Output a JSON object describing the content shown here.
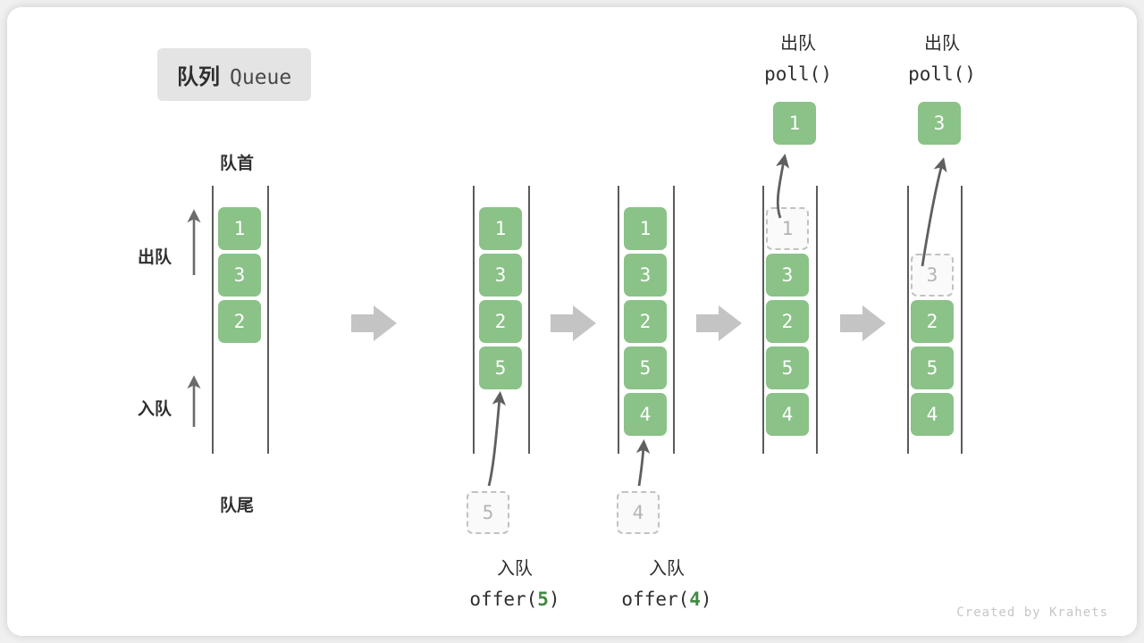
{
  "title": {
    "cn": "队列",
    "en": "Queue"
  },
  "labels": {
    "head": "队首",
    "tail": "队尾",
    "dequeue_side": "出队",
    "enqueue_side": "入队"
  },
  "colors": {
    "element_green": "#8ac287",
    "ghost_fill": "#fafafa",
    "ghost_border": "#c2c2c2",
    "rail": "#5b5b5b",
    "transition_arrow": "#c4c4c4",
    "badge_bg": "#e4e4e4",
    "accent_number": "#3f8a3f"
  },
  "operations": [
    {
      "id": "op-offer-5",
      "line1": "入队",
      "call_prefix": "offer(",
      "value": "5",
      "call_suffix": ")"
    },
    {
      "id": "op-offer-4",
      "line1": "入队",
      "call_prefix": "offer(",
      "value": "4",
      "call_suffix": ")"
    },
    {
      "id": "op-poll-1",
      "line1": "出队",
      "call_prefix": "poll(",
      "value": "",
      "call_suffix": ")"
    },
    {
      "id": "op-poll-3",
      "line1": "出队",
      "call_prefix": "poll(",
      "value": "",
      "call_suffix": ")"
    }
  ],
  "states": [
    {
      "id": "state-initial",
      "slots": [
        {
          "value": "1",
          "ghost": false
        },
        {
          "value": "3",
          "ghost": false
        },
        {
          "value": "2",
          "ghost": false
        }
      ]
    },
    {
      "id": "state-after-offer-5",
      "slots": [
        {
          "value": "1",
          "ghost": false
        },
        {
          "value": "3",
          "ghost": false
        },
        {
          "value": "2",
          "ghost": false
        },
        {
          "value": "5",
          "ghost": false
        }
      ],
      "incoming": {
        "value": "5"
      }
    },
    {
      "id": "state-after-offer-4",
      "slots": [
        {
          "value": "1",
          "ghost": false
        },
        {
          "value": "3",
          "ghost": false
        },
        {
          "value": "2",
          "ghost": false
        },
        {
          "value": "5",
          "ghost": false
        },
        {
          "value": "4",
          "ghost": false
        }
      ],
      "incoming": {
        "value": "4"
      }
    },
    {
      "id": "state-after-poll-1",
      "slots": [
        {
          "value": "1",
          "ghost": true
        },
        {
          "value": "3",
          "ghost": false
        },
        {
          "value": "2",
          "ghost": false
        },
        {
          "value": "5",
          "ghost": false
        },
        {
          "value": "4",
          "ghost": false
        }
      ],
      "outgoing": {
        "value": "1"
      }
    },
    {
      "id": "state-after-poll-3",
      "slots": [
        {
          "value": "",
          "ghost": false,
          "empty": true
        },
        {
          "value": "3",
          "ghost": true
        },
        {
          "value": "2",
          "ghost": false
        },
        {
          "value": "5",
          "ghost": false
        },
        {
          "value": "4",
          "ghost": false
        }
      ],
      "outgoing": {
        "value": "3"
      }
    }
  ],
  "footer": "Created by Krahets"
}
